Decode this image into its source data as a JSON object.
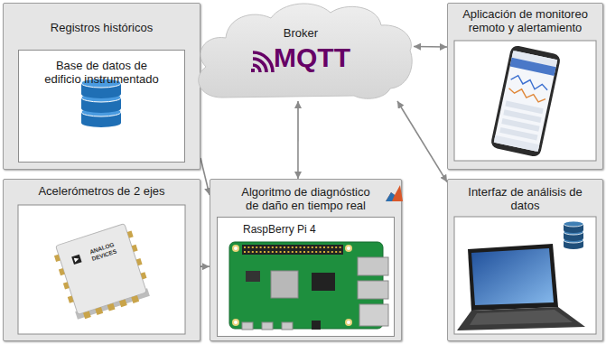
{
  "diagram": {
    "nodes": [
      {
        "text": [
          "Registros históricos"
        ]
      },
      {
        "text": [
          "Base de datos de edificio instrumentado"
        ],
        "in": 0
      },
      {
        "text": [
          "Broker",
          "MQTT"
        ]
      },
      {
        "text": [
          "Aplicación de monitoreo remoto y alertamiento"
        ]
      },
      {
        "text": [
          "Acelerómetros de 2 ejes"
        ]
      },
      {
        "text": [
          "Algoritmo de diagnóstico de daño en tiempo real"
        ]
      },
      {
        "text": [
          "RaspBerry Pi 4"
        ],
        "in": 5
      },
      {
        "text": [
          "Interfaz de análisis de datos"
        ]
      }
    ],
    "edges": [
      {
        "from": 0,
        "to": 5,
        "arrow": "to"
      },
      {
        "from": 4,
        "to": 5,
        "arrow": "to"
      },
      {
        "from": 2,
        "to": 5,
        "arrow": "both"
      },
      {
        "from": 2,
        "to": 3,
        "arrow": "both"
      },
      {
        "from": 2,
        "to": 7,
        "arrow": "both"
      }
    ],
    "labels": [
      "ANALOG DEVICES"
    ]
  }
}
